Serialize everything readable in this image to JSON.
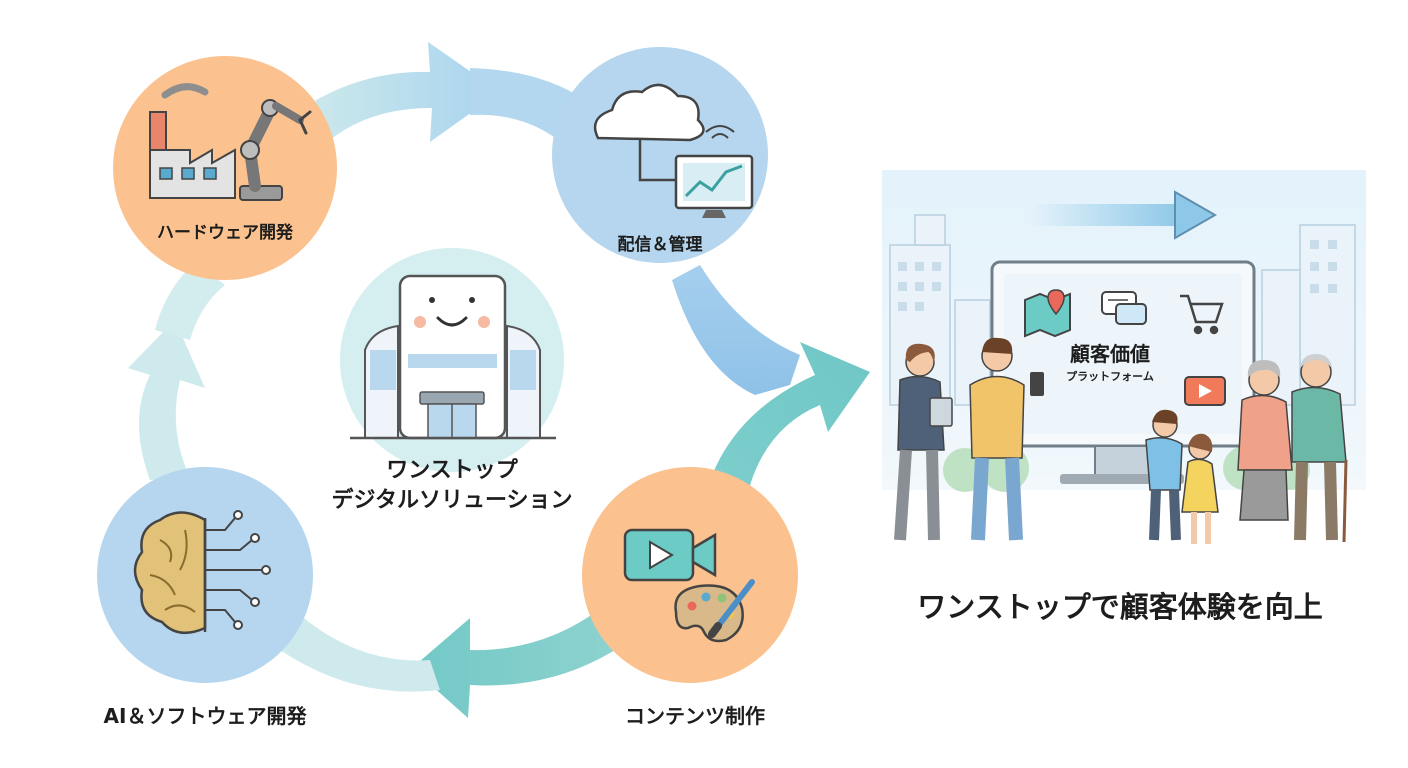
{
  "colors": {
    "peach": "#fbc28f",
    "blue": "#b5d6ee",
    "center_circle": "#d5eef0",
    "arrow_light": "#cfeaec",
    "arrow_teal": "#7ccdcc",
    "arrow_blue": "#9dc9eb",
    "text": "#1d1d1d"
  },
  "cycle": {
    "hardware": {
      "label": "ハードウェア開発",
      "icon": "factory-robot-arm-icon"
    },
    "delivery": {
      "label": "配信＆管理",
      "icon": "cloud-monitor-icon"
    },
    "content": {
      "label": "コンテンツ制作",
      "icon": "video-palette-icon"
    },
    "ai": {
      "label": "AI＆ソフトウェア開発",
      "icon": "brain-circuit-icon"
    }
  },
  "center": {
    "line1": "ワンストップ",
    "line2": "デジタルソリューション",
    "icon": "smiling-building-icon"
  },
  "platform": {
    "title": "顧客価値",
    "subtitle": "プラットフォーム",
    "icons": [
      "map-icon",
      "chat-icon",
      "cart-icon",
      "play-icon"
    ]
  },
  "caption": "ワンストップで顧客体験を向上"
}
